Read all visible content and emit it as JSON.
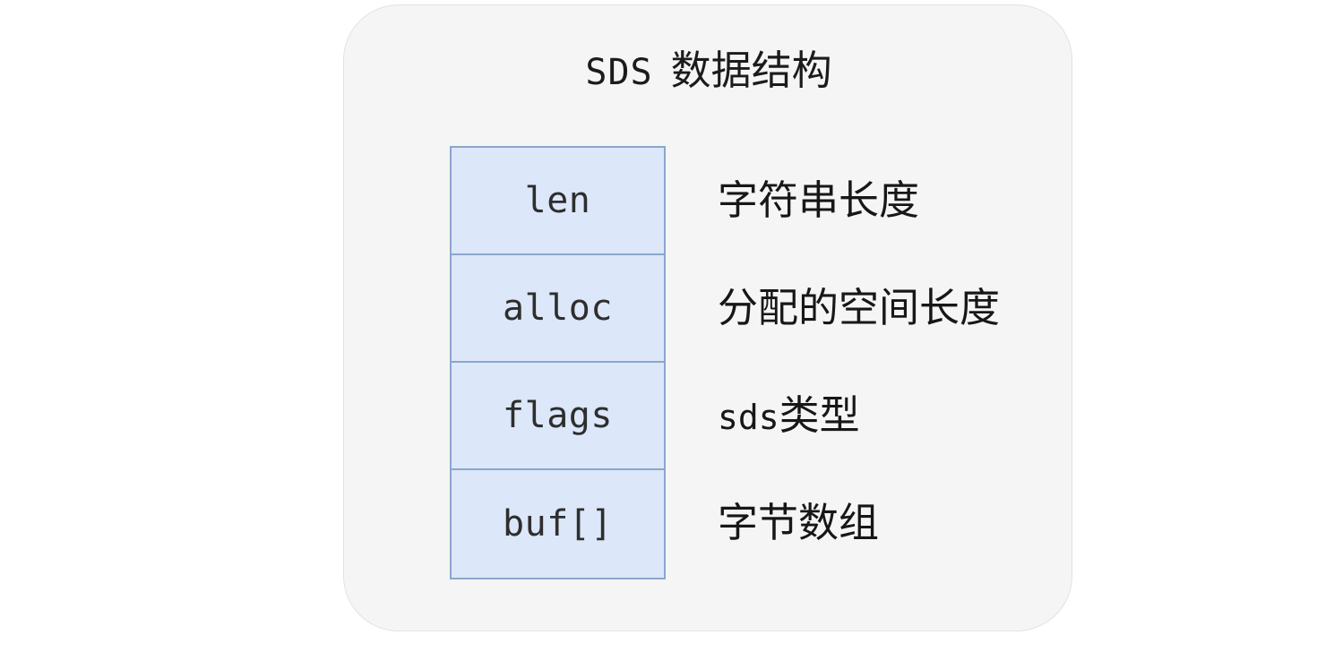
{
  "background_color": "#ffffff",
  "panel": {
    "fill_color": "#f5f5f5",
    "border_color": "#e2e2e2",
    "title_mono": "SDS",
    "title_cjk": "数据结构"
  },
  "struct": {
    "box_fill_color": "#dce7f9",
    "box_border_color": "#8aa7cc",
    "fields": [
      {
        "name": "len",
        "description_mono": "",
        "description_cjk": "字符串长度"
      },
      {
        "name": "alloc",
        "description_mono": "",
        "description_cjk": "分配的空间长度"
      },
      {
        "name": "flags",
        "description_mono": "sds",
        "description_cjk": "类型"
      },
      {
        "name": "buf[]",
        "description_mono": "",
        "description_cjk": "字节数组"
      }
    ]
  }
}
